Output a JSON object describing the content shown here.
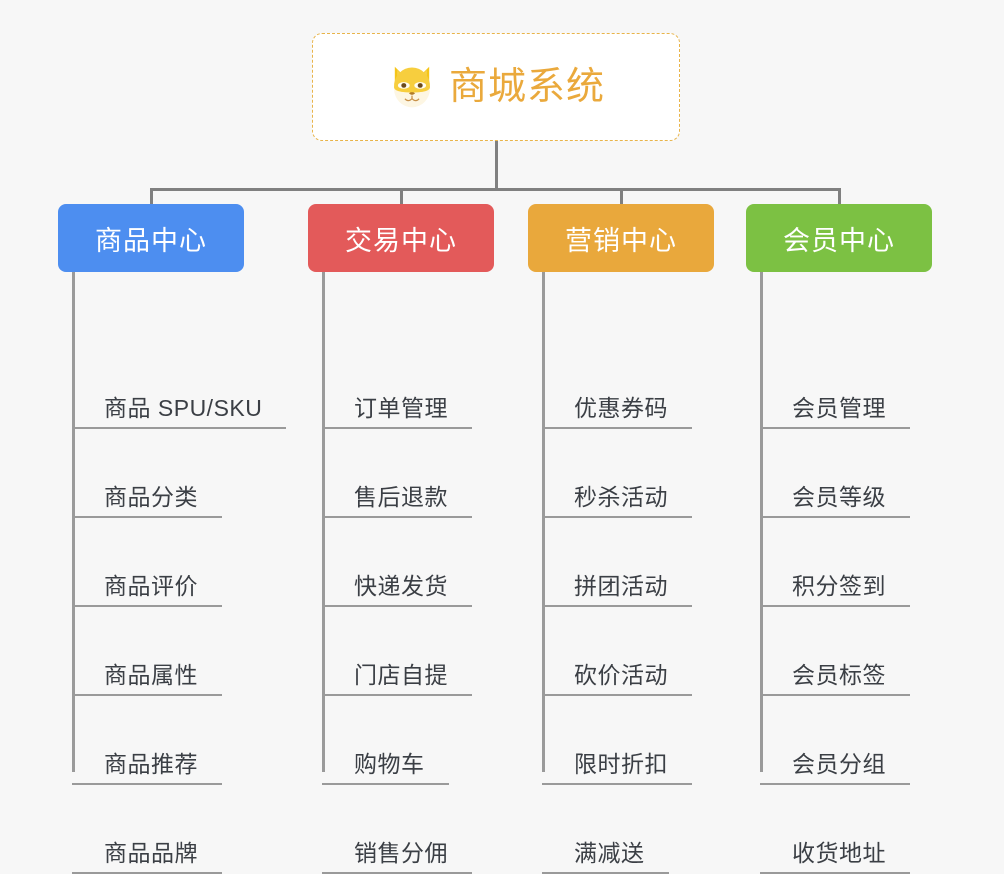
{
  "page": {
    "background": "#f7f7f7",
    "connector_color": "#808080",
    "leaf_line_color": "#9a9a9a"
  },
  "root": {
    "title": "商城系统",
    "icon": "shiba-dog-face-icon",
    "text_color": "#eaa93c",
    "border_color": "#e8b44a",
    "background": "#ffffff"
  },
  "columns": [
    {
      "title": "商品中心",
      "color": "#4d8ef0",
      "items": [
        {
          "label": "商品 SPU/SKU"
        },
        {
          "label": "商品分类"
        },
        {
          "label": "商品评价"
        },
        {
          "label": "商品属性"
        },
        {
          "label": "商品推荐"
        },
        {
          "label": "商品品牌"
        }
      ]
    },
    {
      "title": "交易中心",
      "color": "#e35a5a",
      "items": [
        {
          "label": "订单管理"
        },
        {
          "label": "售后退款"
        },
        {
          "label": "快递发货"
        },
        {
          "label": "门店自提"
        },
        {
          "label": "购物车"
        },
        {
          "label": "销售分佣"
        }
      ]
    },
    {
      "title": "营销中心",
      "color": "#e9a83c",
      "items": [
        {
          "label": "优惠券码"
        },
        {
          "label": "秒杀活动"
        },
        {
          "label": "拼团活动"
        },
        {
          "label": "砍价活动"
        },
        {
          "label": "限时折扣"
        },
        {
          "label": "满减送"
        }
      ]
    },
    {
      "title": "会员中心",
      "color": "#7cc143",
      "items": [
        {
          "label": "会员管理"
        },
        {
          "label": "会员等级"
        },
        {
          "label": "积分签到"
        },
        {
          "label": "会员标签"
        },
        {
          "label": "会员分组"
        },
        {
          "label": "收货地址"
        }
      ]
    }
  ]
}
